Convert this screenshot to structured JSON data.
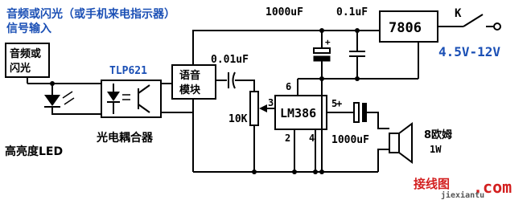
{
  "header": {
    "line1": "音频或闪光（或手机来电指示器）",
    "line2": "信号输入"
  },
  "blocks": {
    "input_label_line1": "音频或",
    "input_label_line2": "闪光",
    "optocoupler_part": "TLP621",
    "optocoupler_caption": "光电耦合器",
    "voice_module_line1": "语音",
    "voice_module_line2": "模块",
    "amp_label": "LM386",
    "regulator_label": "7806",
    "led_caption": "高亮度LED"
  },
  "components": {
    "c_power": "1000uF",
    "c_filter": "0.1uF",
    "c_coupling": "0.01uF",
    "c_output": "1000uF",
    "pot": "10K",
    "switch": "K",
    "speaker_line1": "8欧姆",
    "speaker_line2": "1W"
  },
  "pins": {
    "p6": "6",
    "p3": "3",
    "p5": "5",
    "p2": "2",
    "p4": "4",
    "plus_main": "+",
    "plus_out": "+"
  },
  "supply": {
    "voltage": "4.5V-12V"
  },
  "watermark": {
    "logo": "接线图",
    "domain": ".com",
    "site": "jiexiantu"
  },
  "colors": {
    "blue_text": "#1a4fb5",
    "watermark_red": "#d32020",
    "wire": "#000000"
  }
}
